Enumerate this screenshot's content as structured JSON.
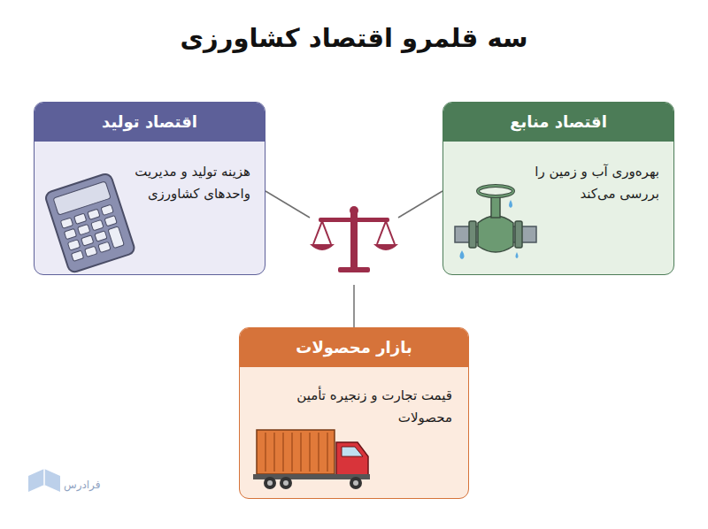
{
  "diagram": {
    "title": "سه قلمرو اقتصاد کشاورزی",
    "nodes": [
      {
        "text": [
          "اقتصاد منابع",
          "بهره‌وری آب و زمین را بررسی می‌کند"
        ]
      },
      {
        "text": [
          "اقتصاد تولید",
          "هزینه تولید و مدیریت واحدهای کشاورزی"
        ]
      },
      {
        "text": [
          "بازار محصولات",
          "قیمت تجارت و زنجیره تأمین محصولات"
        ]
      }
    ],
    "labels": [
      "فرادرس"
    ]
  }
}
